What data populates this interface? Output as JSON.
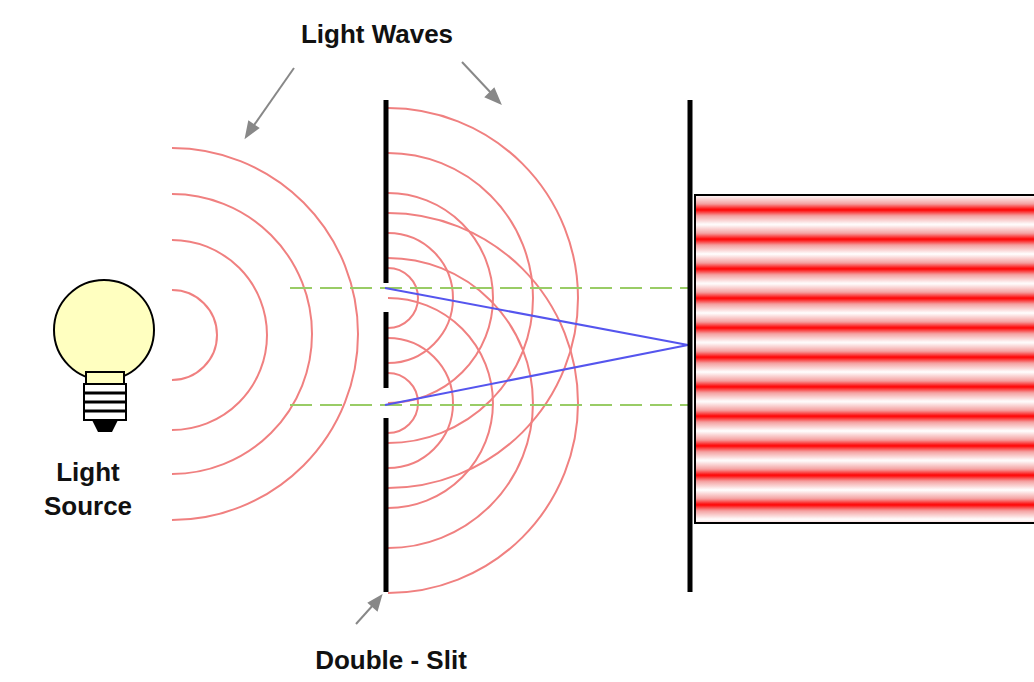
{
  "diagram": {
    "labels": [
      "Light Waves",
      "Light Source",
      "Double - Slit"
    ]
  }
}
